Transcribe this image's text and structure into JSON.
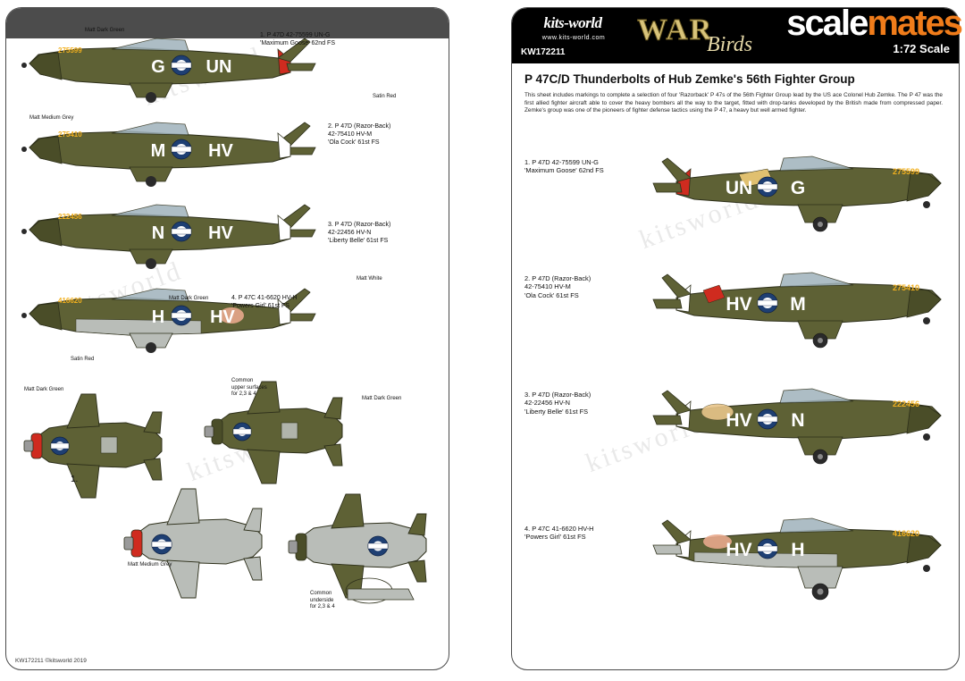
{
  "brand": {
    "logo_text": "kits-world",
    "website": "www.kits-world.com",
    "product_code": "KW172211",
    "war_word": "WAR",
    "birds_word": "Birds",
    "scale": "1:72  Scale",
    "watermark_a": "scale",
    "watermark_b": "mates"
  },
  "right_sheet": {
    "title": "P 47C/D Thunderbolts of Hub Zemke's 56th Fighter Group",
    "blurb": "This sheet includes markings to complete a selection of four 'Razorback' P 47s of the 56th Fighter Group lead by the US ace Colonel Hub Zemke. The P 47 was the first allied fighter aircraft able to cover the heavy bombers all the way to the target, fitted with drop-tanks developed by the British made from compressed paper. Zemke's group was one of the pioneers of fighter defense tactics using the P 47, a heavy but well armed fighter.",
    "profiles": [
      {
        "n": "1.",
        "line1": "1. P 47D 42-75599 UN-G",
        "line2": "'Maximum Goose' 62nd FS",
        "codes_left": "UN",
        "codes_right": "G",
        "serial": "275599"
      },
      {
        "n": "2.",
        "line1": "2. P 47D (Razor-Back)",
        "line2": "42-75410 HV-M",
        "line3": "'Ola Cock' 61st FS",
        "codes_left": "HV",
        "codes_right": "M",
        "serial": "275410"
      },
      {
        "n": "3.",
        "line1": "3. P 47D  (Razor-Back)",
        "line2": "42-22456 HV-N",
        "line3": "'Liberty Belle' 61st FS",
        "codes_left": "HV",
        "codes_right": "N",
        "serial": "222456"
      },
      {
        "n": "4.",
        "line1": "4. P 47C 41-6620 HV-H",
        "line2": "'Powers Girl' 61st FS",
        "codes_left": "HV",
        "codes_right": "H",
        "serial": "416620"
      }
    ]
  },
  "left_sheet": {
    "footer": "KW172211 ©kitsworld 2019",
    "profiles": [
      {
        "cap1": "1. P 47D 42-75599 UN-G",
        "cap2": "'Maximum Goose' 62nd FS",
        "code_l": "G",
        "code_r": "UN",
        "serial": "275599"
      },
      {
        "cap1": "2. P 47D (Razor-Back)",
        "cap2": "42-75410 HV-M",
        "cap3": "'Ola Cock' 61st FS",
        "code_l": "M",
        "code_r": "HV",
        "serial": "275410"
      },
      {
        "cap1": "3. P 47D (Razor-Back)",
        "cap2": "42-22456 HV-N",
        "cap3": "'Liberty Belle' 61st FS",
        "code_l": "N",
        "code_r": "HV",
        "serial": "222456"
      },
      {
        "cap1": "4. P 47C 41-6620 HV-H",
        "cap2": "'Powers Girl' 61st FS",
        "code_l": "H",
        "code_r": "HV",
        "serial": "416620"
      }
    ],
    "callouts": {
      "matt_dark_green_1": "Matt Dark Green",
      "matt_medium_grey_1": "Matt Medium Grey",
      "satin_red_1": "Satin Red",
      "matt_white": "Matt White",
      "matt_dark_green_2": "Matt Dark Green",
      "satin_red_2": "Satin Red",
      "matt_dark_green_3": "Matt Dark Green",
      "matt_dark_green_4": "Matt Dark Green",
      "matt_medium_grey_2": "Matt Medium Grey",
      "common_upper": "Common\nupper surfaces\nfor 2,3 & 4",
      "common_under": "Common\nunderside\nfor 2,3 & 4",
      "plan_num": "1."
    }
  },
  "colors": {
    "olive": "#5e6135",
    "olive_dark": "#4c5029",
    "grey": "#b9bdb8",
    "grey_dark": "#9aa09a",
    "red": "#cf2b1f",
    "yellow": "#f2b01e",
    "insignia_blue": "#1e3f73",
    "black": "#000000",
    "sheet_border": "#4a4a4a",
    "header_grey": "#4c4c4c",
    "orange": "#f07c1a"
  }
}
